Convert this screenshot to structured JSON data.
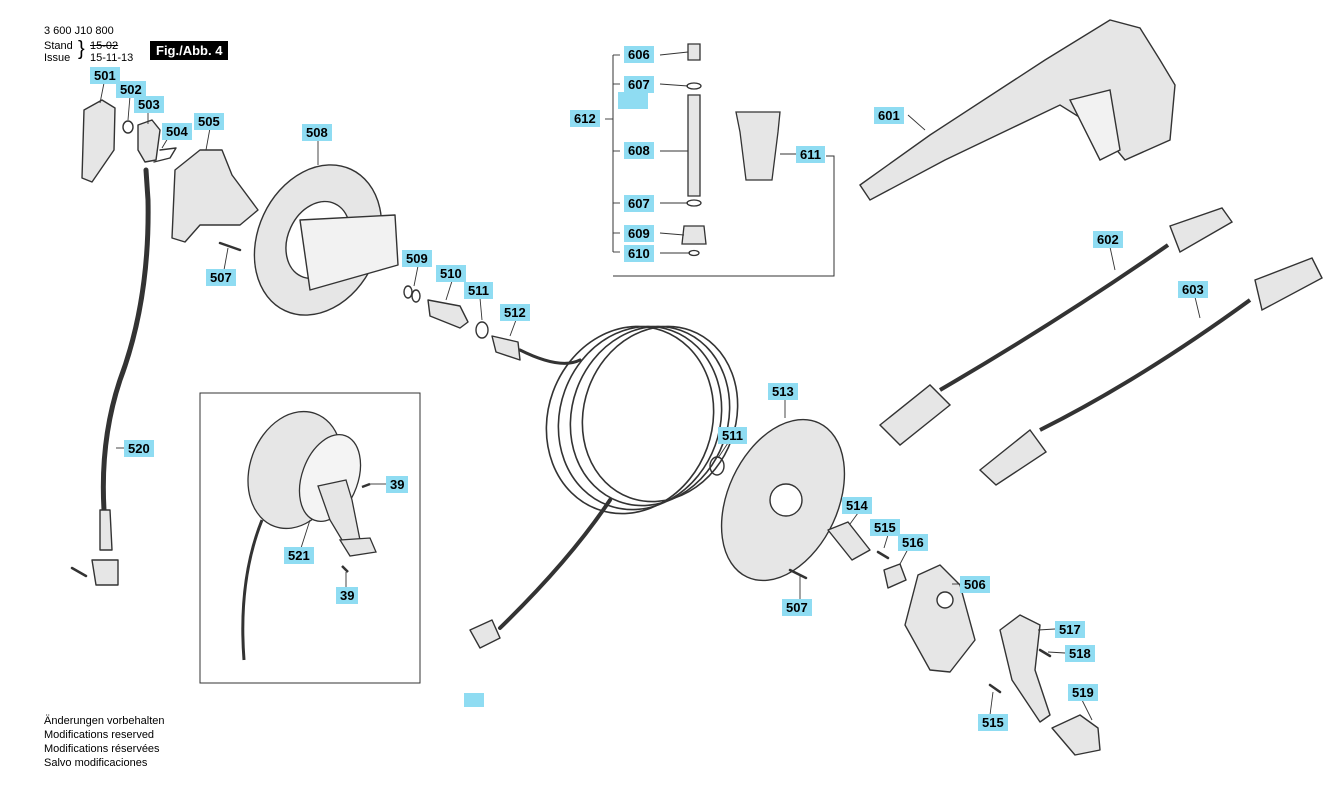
{
  "header": {
    "doc_number": "3 600 J10 800",
    "stand_label": "Stand",
    "stand_value": "15-02",
    "issue_label": "Issue",
    "issue_value": "15-11-13",
    "figure_tag": "Fig./Abb. 4"
  },
  "callouts": {
    "c501": "501",
    "c502": "502",
    "c503": "503",
    "c504": "504",
    "c505": "505",
    "c507a": "507",
    "c507b": "507",
    "c508": "508",
    "c509": "509",
    "c510": "510",
    "c511a": "511",
    "c511b": "511",
    "c512": "512",
    "c513": "513",
    "c514": "514",
    "c515a": "515",
    "c515b": "515",
    "c516": "516",
    "c506": "506",
    "c517": "517",
    "c518": "518",
    "c519": "519",
    "c520": "520",
    "c521": "521",
    "c39a": "39",
    "c39b": "39",
    "c601": "601",
    "c602": "602",
    "c603": "603",
    "c606": "606",
    "c607a": "607",
    "c607b": "607",
    "c608": "608",
    "c609": "609",
    "c610": "610",
    "c611": "611",
    "c612": "612"
  },
  "footer": {
    "line_de": "Änderungen vorbehalten",
    "line_en": "Modifications reserved",
    "line_fr": "Modifications réservées",
    "line_es": "Salvo modificaciones"
  },
  "colors": {
    "callout_bg": "#8fdcf2",
    "line": "#333333",
    "part_fill": "#e6e6e6"
  }
}
